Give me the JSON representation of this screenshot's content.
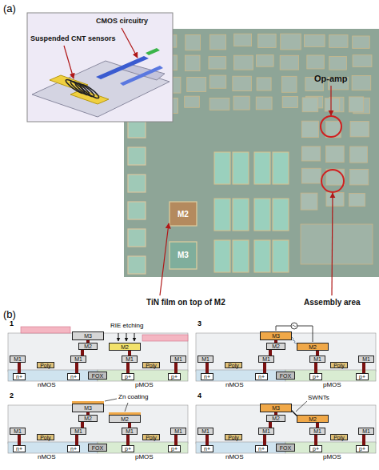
{
  "diagram": {
    "nodes": [
      {
        "text": [
          "M3"
        ]
      },
      {
        "text": [
          "M2"
        ]
      },
      {
        "text": [
          "M2"
        ]
      },
      {
        "text": [
          "M1"
        ]
      },
      {
        "text": [
          "M1"
        ]
      },
      {
        "text": [
          "M1"
        ]
      },
      {
        "text": [
          "M1"
        ]
      },
      {
        "text": [
          "Poly"
        ]
      },
      {
        "text": [
          "Poly"
        ]
      },
      {
        "text": [
          "n+"
        ]
      },
      {
        "text": [
          "n+"
        ]
      },
      {
        "text": [
          "FOX"
        ]
      },
      {
        "text": [
          "p+"
        ]
      },
      {
        "text": [
          "p+"
        ]
      },
      {
        "text": [
          "M3"
        ]
      },
      {
        "text": [
          "M2"
        ]
      },
      {
        "text": [
          "M2"
        ]
      },
      {
        "text": [
          "M1"
        ]
      },
      {
        "text": [
          "M1"
        ]
      },
      {
        "text": [
          "M1"
        ]
      },
      {
        "text": [
          "M1"
        ]
      },
      {
        "text": [
          "Poly"
        ]
      },
      {
        "text": [
          "Poly"
        ]
      },
      {
        "text": [
          "n+"
        ]
      },
      {
        "text": [
          "n+"
        ]
      },
      {
        "text": [
          "FOX"
        ]
      },
      {
        "text": [
          "p+"
        ]
      },
      {
        "text": [
          "p+"
        ]
      },
      {
        "text": [
          "M3"
        ]
      },
      {
        "text": [
          "M2"
        ]
      },
      {
        "text": [
          "M2"
        ]
      },
      {
        "text": [
          "M1"
        ]
      },
      {
        "text": [
          "M1"
        ]
      },
      {
        "text": [
          "M1"
        ]
      },
      {
        "text": [
          "M1"
        ]
      },
      {
        "text": [
          "Poly"
        ]
      },
      {
        "text": [
          "Poly"
        ]
      },
      {
        "text": [
          "n+"
        ]
      },
      {
        "text": [
          "n+"
        ]
      },
      {
        "text": [
          "FOX"
        ]
      },
      {
        "text": [
          "p+"
        ]
      },
      {
        "text": [
          "p+"
        ]
      },
      {
        "text": [
          "M3"
        ]
      },
      {
        "text": [
          "M2"
        ]
      },
      {
        "text": [
          "M2"
        ]
      },
      {
        "text": [
          "M1"
        ]
      },
      {
        "text": [
          "M1"
        ]
      },
      {
        "text": [
          "M1"
        ]
      },
      {
        "text": [
          "M1"
        ]
      },
      {
        "text": [
          "Poly"
        ]
      },
      {
        "text": [
          "Poly"
        ]
      },
      {
        "text": [
          "n+"
        ]
      },
      {
        "text": [
          "n+"
        ]
      },
      {
        "text": [
          "FOX"
        ]
      },
      {
        "text": [
          "p+"
        ]
      },
      {
        "text": [
          "p+"
        ]
      }
    ],
    "labels": [
      "(a)",
      "Suspended CNT sensors",
      "CMOS circuitry",
      "Op-amp",
      "M2",
      "M3",
      "TiN film on top of M2",
      "Assembly area",
      "(b)",
      "1",
      "RIE etching",
      "nMOS",
      "pMOS",
      "3",
      "nMOS",
      "pMOS",
      "2",
      "Zn coating",
      "nMOS",
      "pMOS",
      "4",
      "SWNTs",
      "nMOS",
      "pMOS"
    ]
  }
}
